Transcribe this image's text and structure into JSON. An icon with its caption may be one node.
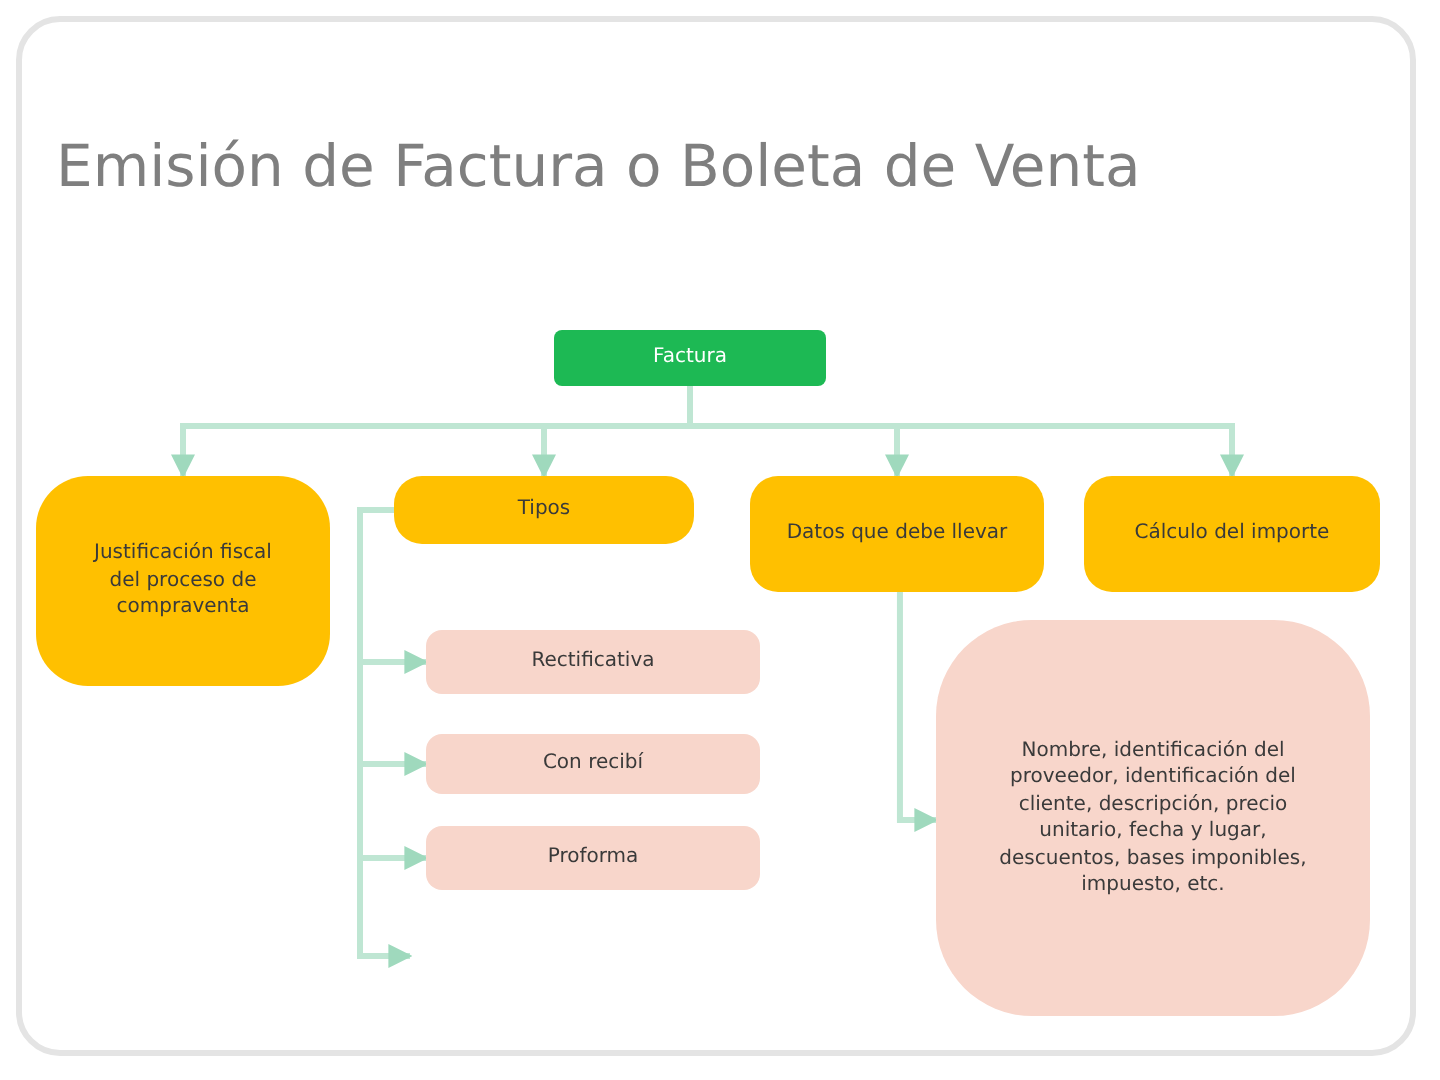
{
  "diagram": {
    "title": "Emisión de Factura o Boleta de Venta",
    "nodes": [
      {
        "text": [
          "Factura"
        ]
      },
      {
        "text": [
          "Justificación fiscal del proceso de compraventa"
        ]
      },
      {
        "text": [
          "Tipos"
        ]
      },
      {
        "text": [
          "Datos que debe llevar"
        ]
      },
      {
        "text": [
          "Cálculo del importe"
        ]
      },
      {
        "text": [
          "Rectificativa"
        ]
      },
      {
        "text": [
          "Con recibí"
        ]
      },
      {
        "text": [
          "Proforma"
        ]
      },
      {
        "text": [
          "Nombre, identificación del proveedor, identificación del cliente, descripción, precio unitario, fecha y lugar, descuentos, bases imponibles, impuesto, etc."
        ]
      }
    ],
    "edges": [
      {
        "from": 0,
        "to": 1,
        "arrow": "to"
      },
      {
        "from": 0,
        "to": 2,
        "arrow": "to"
      },
      {
        "from": 0,
        "to": 3,
        "arrow": "to"
      },
      {
        "from": 0,
        "to": 4,
        "arrow": "to"
      },
      {
        "from": 2,
        "to": 5,
        "arrow": "to"
      },
      {
        "from": 2,
        "to": 6,
        "arrow": "to"
      },
      {
        "from": 2,
        "to": 7,
        "arrow": "to"
      },
      {
        "from": 2,
        "to": null,
        "arrow": "to"
      },
      {
        "from": 3,
        "to": 8,
        "arrow": "to"
      }
    ]
  }
}
